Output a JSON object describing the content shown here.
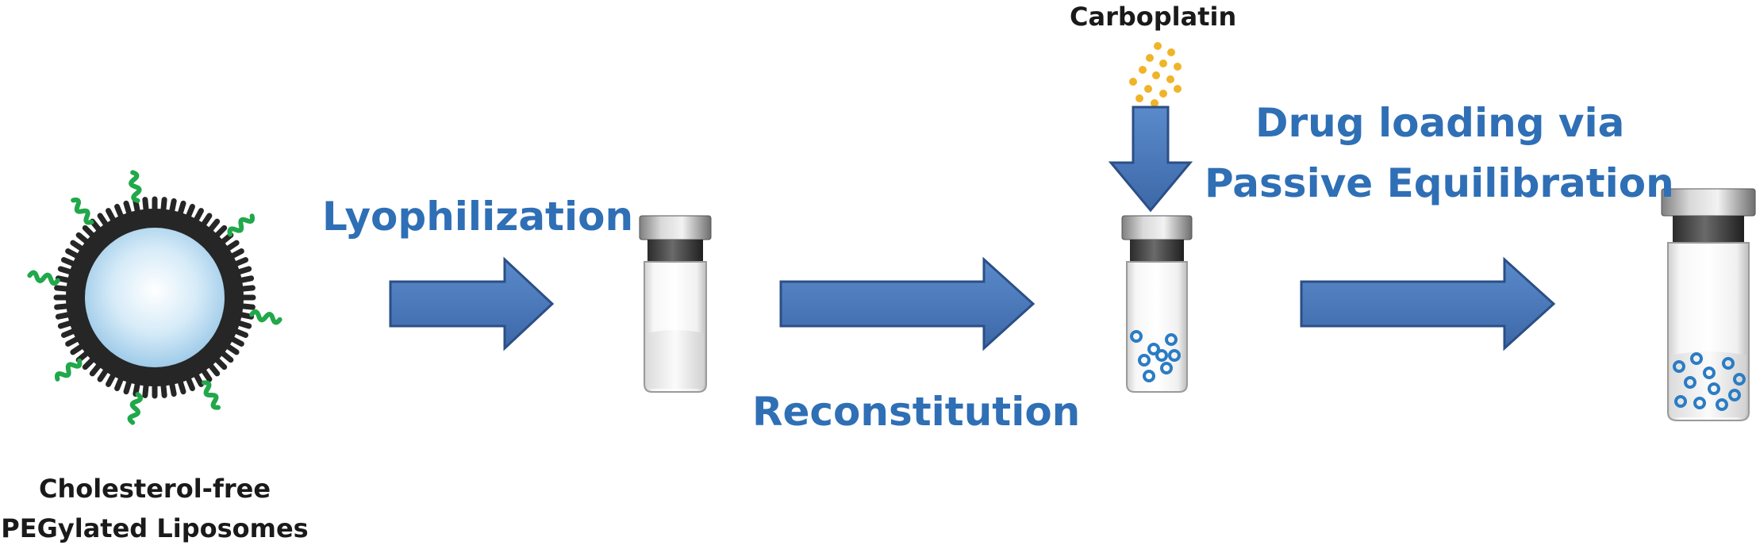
{
  "diagram": {
    "liposome_label_line1": "Cholesterol-free",
    "liposome_label_line2": "PEGylated Liposomes",
    "step1_label": "Lyophilization",
    "step2_label": "Reconstitution",
    "drug_label": "Carboplatin",
    "step3_label_line1": "Drug loading via",
    "step3_label_line2": "Passive Equilibration"
  },
  "colors": {
    "arrow_fill": "#4a7abf",
    "arrow_stroke": "#2b4f86",
    "text_blue": "#2f6fb5",
    "peg_green": "#21a84a",
    "membrane": "#262626",
    "core": "#bfe0f5",
    "drug_dots": "#f0b429",
    "loaded_liposome": "#2a7cc4"
  },
  "icons": [
    "liposome-icon",
    "vial-icon",
    "down-arrow-icon",
    "right-arrow-icon"
  ]
}
